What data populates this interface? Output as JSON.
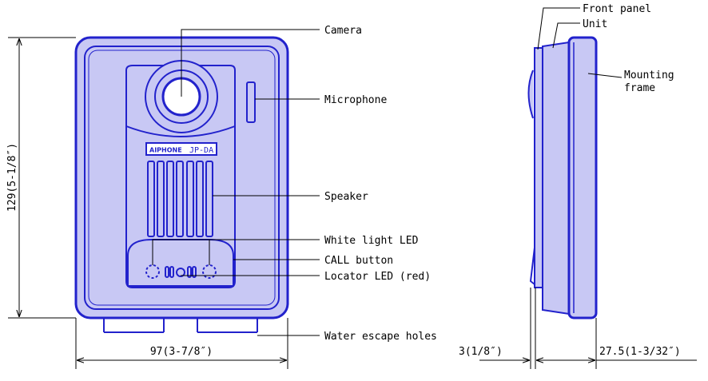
{
  "labels": {
    "camera": "Camera",
    "microphone": "Microphone",
    "speaker": "Speaker",
    "white_led": "White light LED",
    "call_button": "CALL button",
    "locator_led": "Locator LED (red)",
    "water_holes": "Water escape holes",
    "front_panel": "Front panel",
    "unit": "Unit",
    "mounting_frame_1": "Mounting",
    "mounting_frame_2": "frame"
  },
  "dimensions": {
    "height": "129(5-1/8″)",
    "width": "97(3-7/8″)",
    "front_depth": "3(1/8″)",
    "total_depth": "27.5(1-3/32″)"
  },
  "brand": {
    "name": "AIPHONE",
    "model": "JP-DA"
  },
  "colors": {
    "outline": "#2222cc",
    "fill": "#c8c8f4",
    "dimension": "#000000"
  }
}
